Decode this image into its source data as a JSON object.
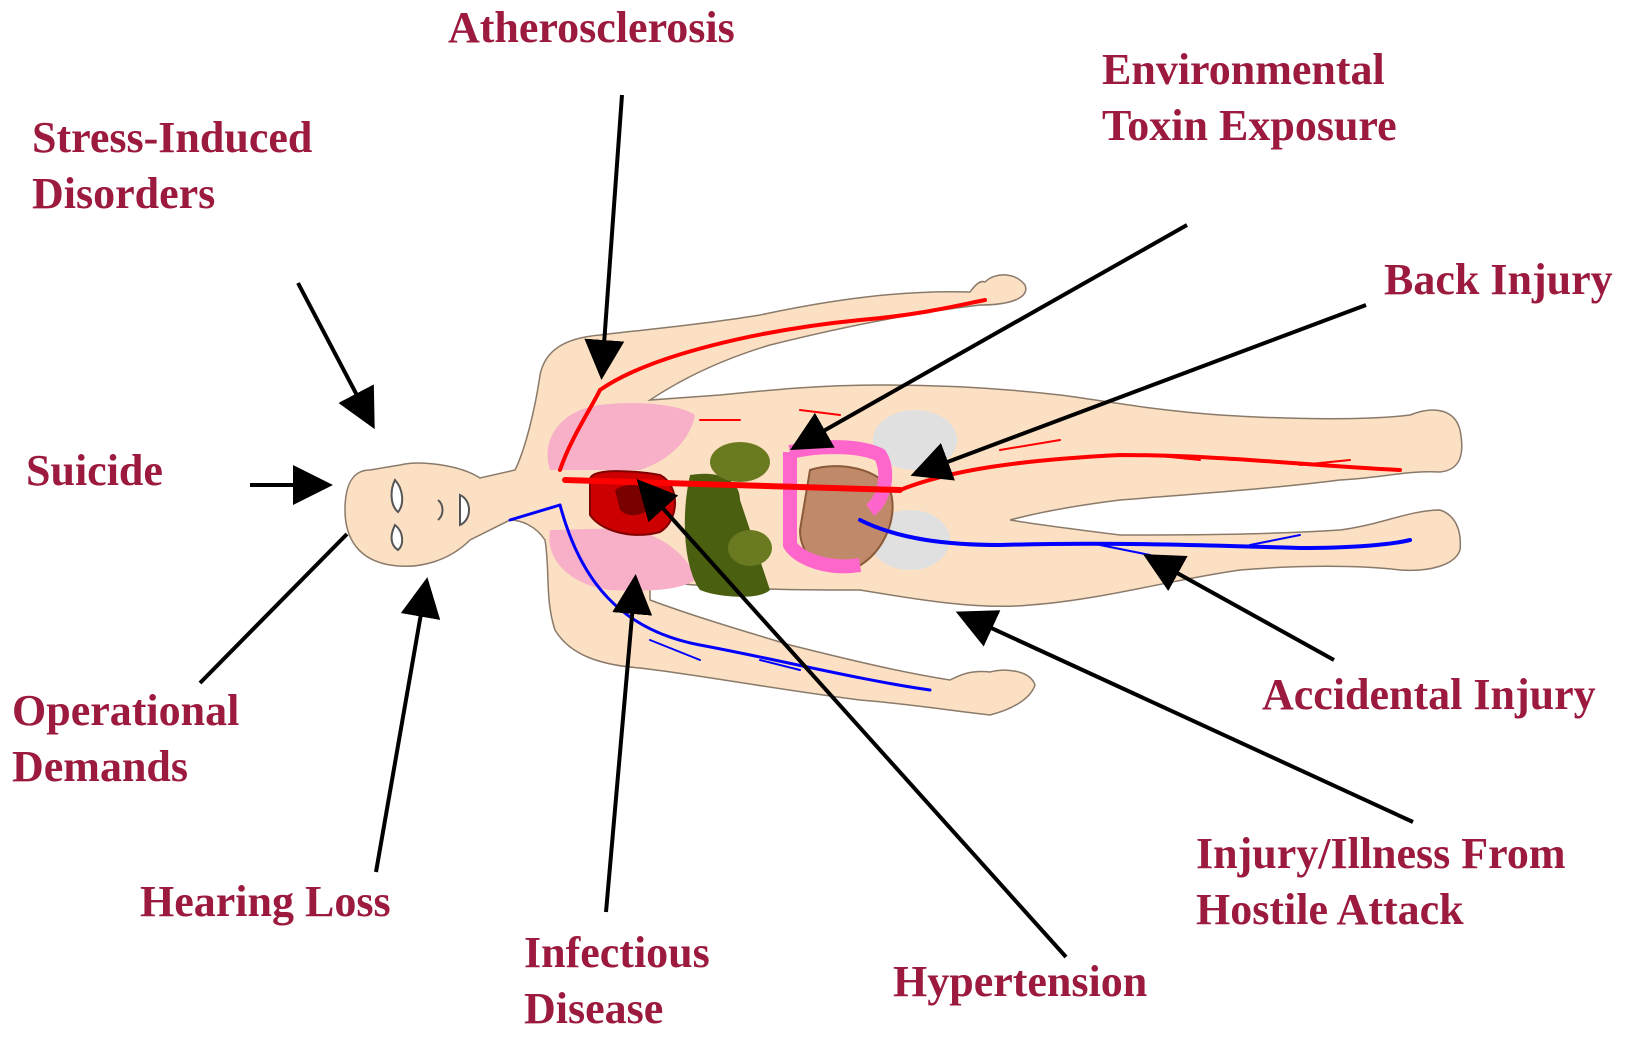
{
  "colors": {
    "label": "#9b1a3e",
    "arrow": "#000000",
    "skin": "#fce0c4",
    "skin_outline": "#8a7a6a",
    "artery": "#ff0000",
    "vein": "#0000ff",
    "lung": "#f7b0c8",
    "heart": "#cc0000",
    "liver": "#4a6010",
    "colon": "#ff66cc",
    "intestine": "#c08a6a",
    "kidney": "#e0e0e0"
  },
  "labels": {
    "atherosclerosis": [
      "Atherosclerosis"
    ],
    "stress": [
      "Stress-Induced",
      "Disorders"
    ],
    "environmental": [
      "Environmental",
      "Toxin Exposure"
    ],
    "back_injury": [
      "Back Injury"
    ],
    "suicide": [
      "Suicide"
    ],
    "operational": [
      "Operational",
      "Demands"
    ],
    "hearing_loss": [
      "Hearing Loss"
    ],
    "infectious": [
      "Infectious",
      "Disease"
    ],
    "hypertension": [
      "Hypertension"
    ],
    "accidental": [
      "Accidental Injury"
    ],
    "hostile": [
      "Injury/Illness From",
      "Hostile Attack"
    ]
  },
  "icons": {
    "body": "human-body-anatomy-icon"
  }
}
